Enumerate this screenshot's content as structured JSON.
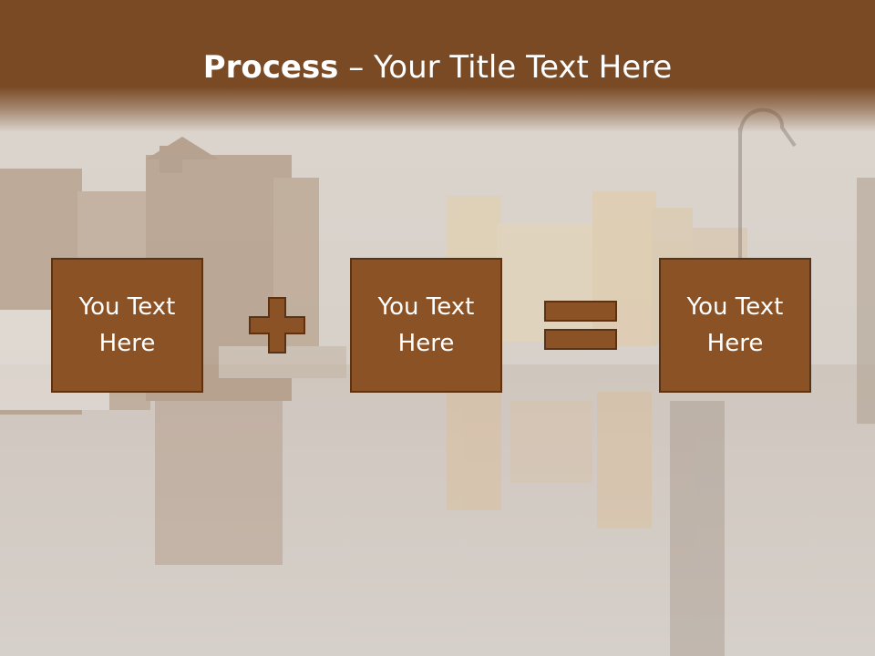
{
  "slide": {
    "title_bold": "Process",
    "title_rest": " – Your Title Text Here",
    "boxes": [
      {
        "text": "You Text Here"
      },
      {
        "text": "You Text Here"
      },
      {
        "text": "You Text Here"
      }
    ],
    "operators": [
      "plus-icon",
      "equals-icon"
    ]
  },
  "colors": {
    "header": "#7a4a25",
    "box_fill": "#8b5226",
    "box_border": "#5c3214",
    "text": "#ffffff"
  }
}
